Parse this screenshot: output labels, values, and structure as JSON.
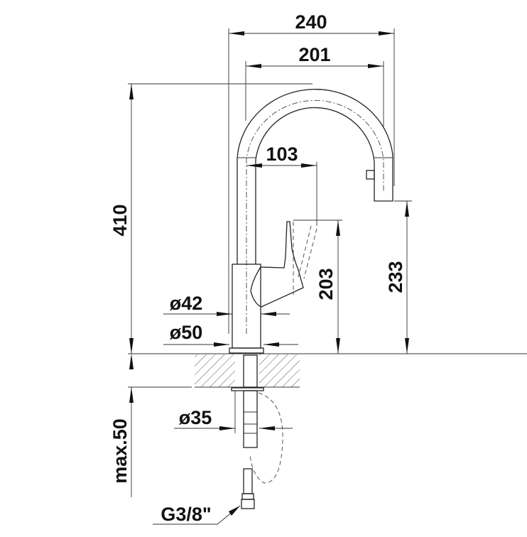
{
  "title": "Kitchen faucet dimension drawing",
  "dimensions": {
    "overall_reach": "240",
    "spout_reach": "201",
    "lever_reach": "103",
    "overall_height": "410",
    "lever_height": "203",
    "spout_outlet_height": "233",
    "body_diameter_upper": "ø42",
    "body_diameter_base": "ø50",
    "hole_diameter": "ø35",
    "max_countertop_thickness": "max.50",
    "connection_thread": "G3/8\""
  },
  "colors": {
    "line": "#222222",
    "background": "#ffffff"
  }
}
